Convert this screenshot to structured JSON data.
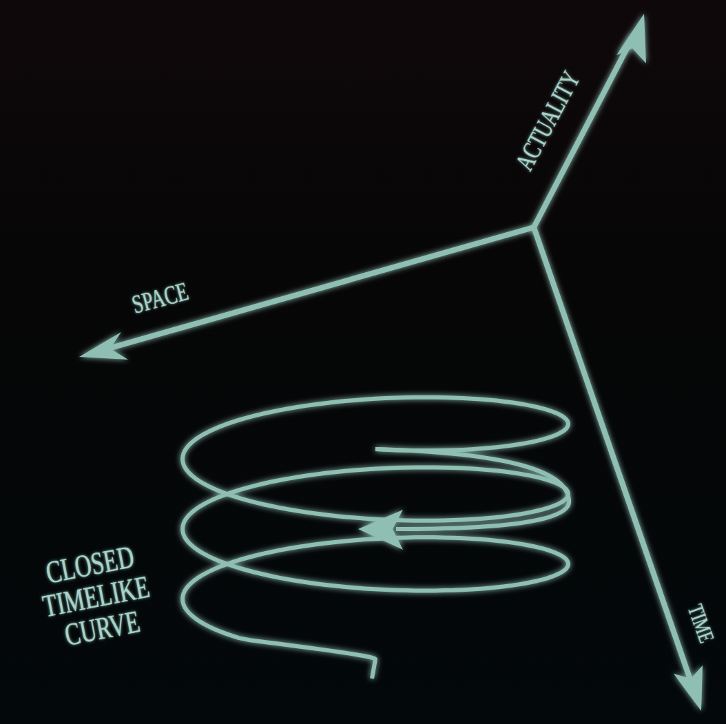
{
  "diagram": {
    "labels": [
      "SPACE",
      "ACTUALITY",
      "TIME",
      "CLOSED TIMELIKE CURVE"
    ]
  }
}
